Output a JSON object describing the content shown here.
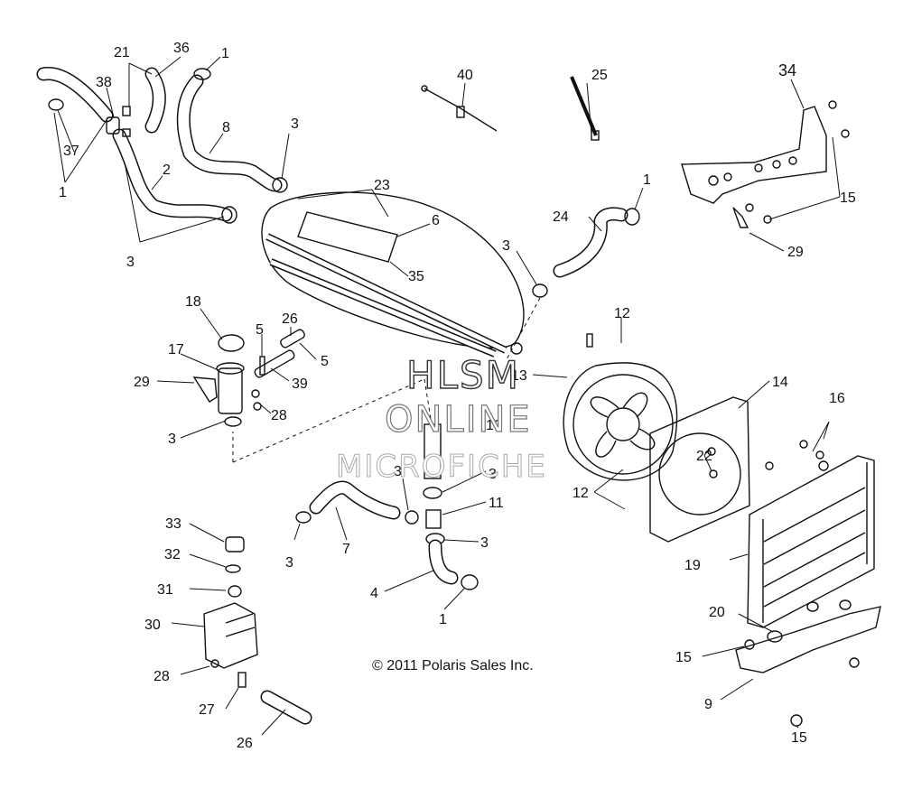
{
  "labels": {
    "n21": "21",
    "n36": "36",
    "n1a": "1",
    "n38": "38",
    "n37": "37",
    "n1b": "1",
    "n8": "8",
    "n3a": "3",
    "n2": "2",
    "n3b": "3",
    "n40": "40",
    "n25": "25",
    "n34": "34",
    "n23": "23",
    "n6": "6",
    "n35": "35",
    "n1c": "1",
    "n24": "24",
    "n15a": "15",
    "n29a": "29",
    "n3c": "3",
    "n18": "18",
    "n26a": "26",
    "n5a": "5",
    "n17": "17",
    "n5b": "5",
    "n39": "39",
    "n29b": "29",
    "n28a": "28",
    "n3d": "3",
    "n12a": "12",
    "n13": "13",
    "n14": "14",
    "n16": "16",
    "n10": "10",
    "n22": "22",
    "n3e": "3",
    "n3f": "3",
    "n11": "11",
    "n12b": "12",
    "n3g": "3",
    "n33": "33",
    "n32": "32",
    "n3h": "3",
    "n7": "7",
    "n19": "19",
    "n31": "31",
    "n4": "4",
    "n1d": "1",
    "n30": "30",
    "n20": "20",
    "n15b": "15",
    "n28b": "28",
    "n27": "27",
    "n9": "9",
    "n26b": "26",
    "n15c": "15"
  },
  "copyright": "© 2011 Polaris Sales Inc.",
  "watermark": {
    "line1": "HLSM",
    "line2": "ONLINE",
    "line3": "MICROFICHE"
  }
}
